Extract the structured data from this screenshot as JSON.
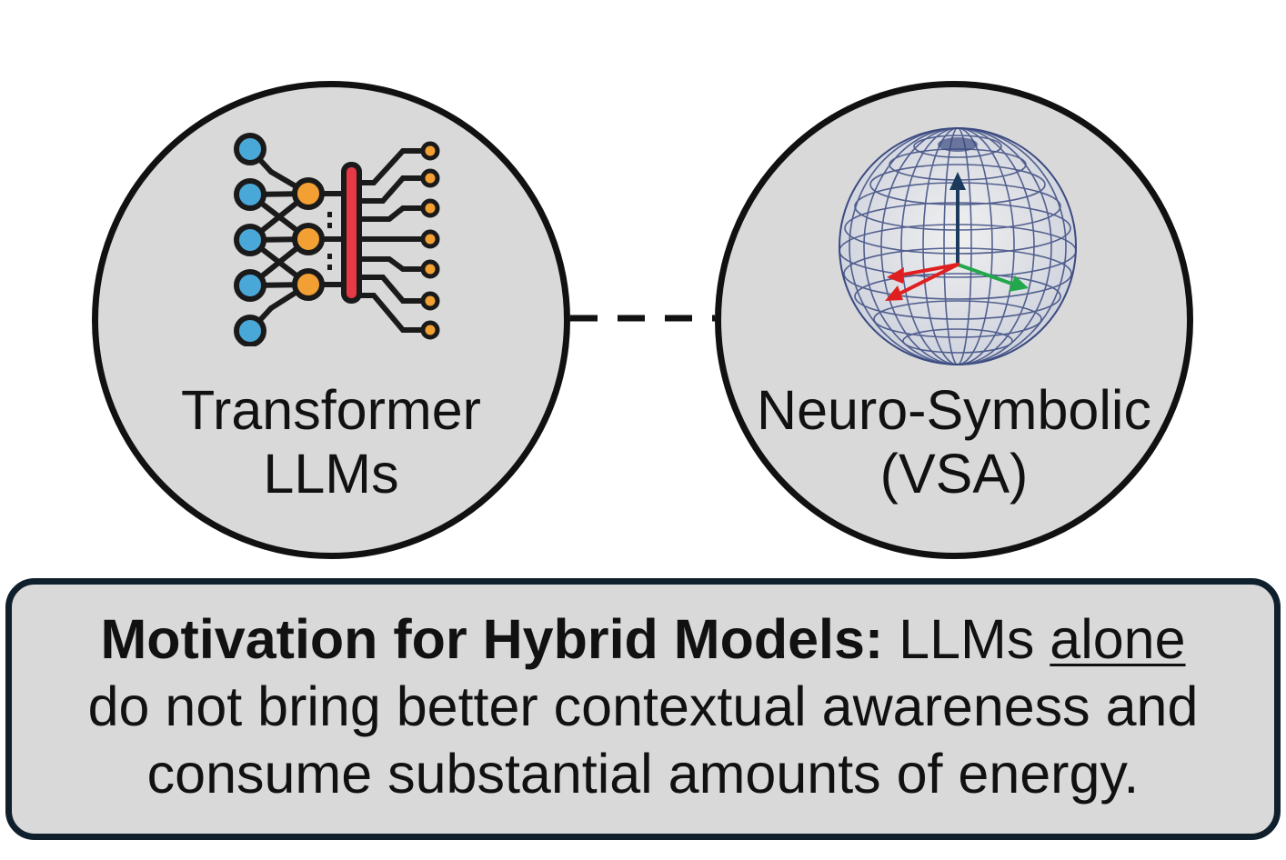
{
  "left_node": {
    "icon": "neural-network-icon",
    "label_line1": "Transformer",
    "label_line2": "LLMs"
  },
  "right_node": {
    "icon": "vector-sphere-icon",
    "label_line1": "Neuro-Symbolic",
    "label_line2": "(VSA)"
  },
  "motivation": {
    "heading": "Motivation for Hybrid Models:",
    "text_before": " LLMs ",
    "emphasis": "alone",
    "text_after": "do not bring better contextual awareness and consume substantial amounts of energy."
  },
  "colors": {
    "node_fill": "#d9d9d9",
    "outline": "#111111",
    "input_node": "#4aa8d8",
    "hidden_node": "#f2a033",
    "attention_bar": "#e63946",
    "axis_up": "#1b3a5c",
    "axis_green": "#22a84a",
    "axis_red": "#e02020"
  }
}
